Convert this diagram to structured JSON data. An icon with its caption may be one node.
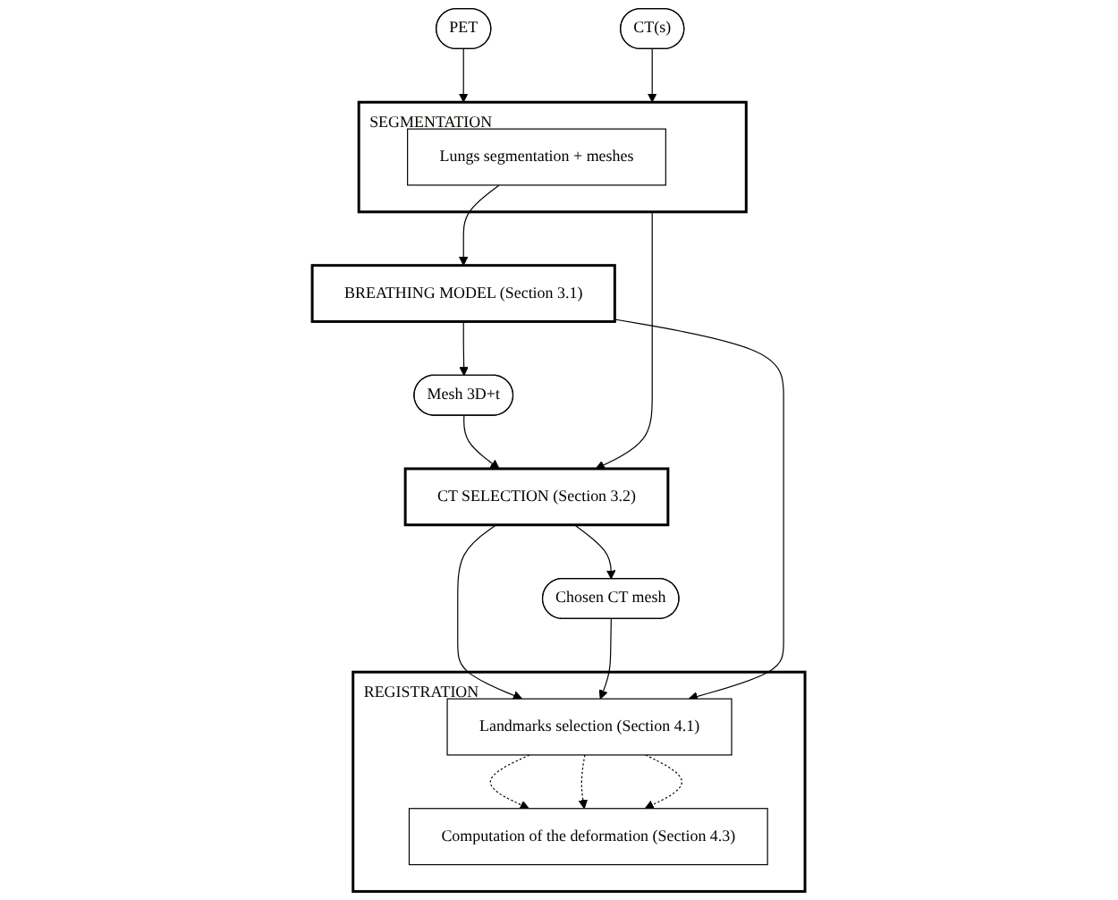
{
  "diagram": {
    "nodes": [
      {
        "text": [
          "PET"
        ]
      },
      {
        "text": [
          "CT(s)"
        ]
      },
      {
        "text": [
          "SEGMENTATION"
        ]
      },
      {
        "text": [
          "Lungs segmentation + meshes"
        ],
        "in": 2
      },
      {
        "text": [
          "BREATHING MODEL (Section 3.1)"
        ]
      },
      {
        "text": [
          "CT SELECTION (Section 3.2)"
        ]
      },
      {
        "text": [
          "Mesh 3D+t"
        ]
      },
      {
        "text": [
          "Chosen CT mesh"
        ]
      },
      {
        "text": [
          "REGISTRATION"
        ]
      },
      {
        "text": [
          "Landmarks selection (Section 4.1)"
        ],
        "in": 8
      },
      {
        "text": [
          "Computation of the deformation (Section 4.3)"
        ],
        "in": 8
      }
    ],
    "edges": [
      {
        "from": 0,
        "to": 2,
        "arrow": "to"
      },
      {
        "from": 1,
        "to": 2,
        "arrow": "to"
      },
      {
        "from": 3,
        "to": 4,
        "arrow": "to"
      },
      {
        "from": 2,
        "to": 5,
        "arrow": "to"
      },
      {
        "from": 4,
        "to": 6,
        "arrow": "to"
      },
      {
        "from": 6,
        "to": 5,
        "arrow": "to"
      },
      {
        "from": 5,
        "to": 7,
        "arrow": "to"
      },
      {
        "from": 5,
        "to": 9,
        "arrow": "to"
      },
      {
        "from": 7,
        "to": 9,
        "arrow": "to"
      },
      {
        "from": 4,
        "to": 9,
        "arrow": "to"
      },
      {
        "from": 9,
        "to": 10,
        "arrow": "to",
        "style": "dashed"
      },
      {
        "from": 9,
        "to": 10,
        "arrow": "to",
        "style": "dashed"
      },
      {
        "from": 9,
        "to": 10,
        "arrow": "to",
        "style": "dashed"
      }
    ]
  }
}
